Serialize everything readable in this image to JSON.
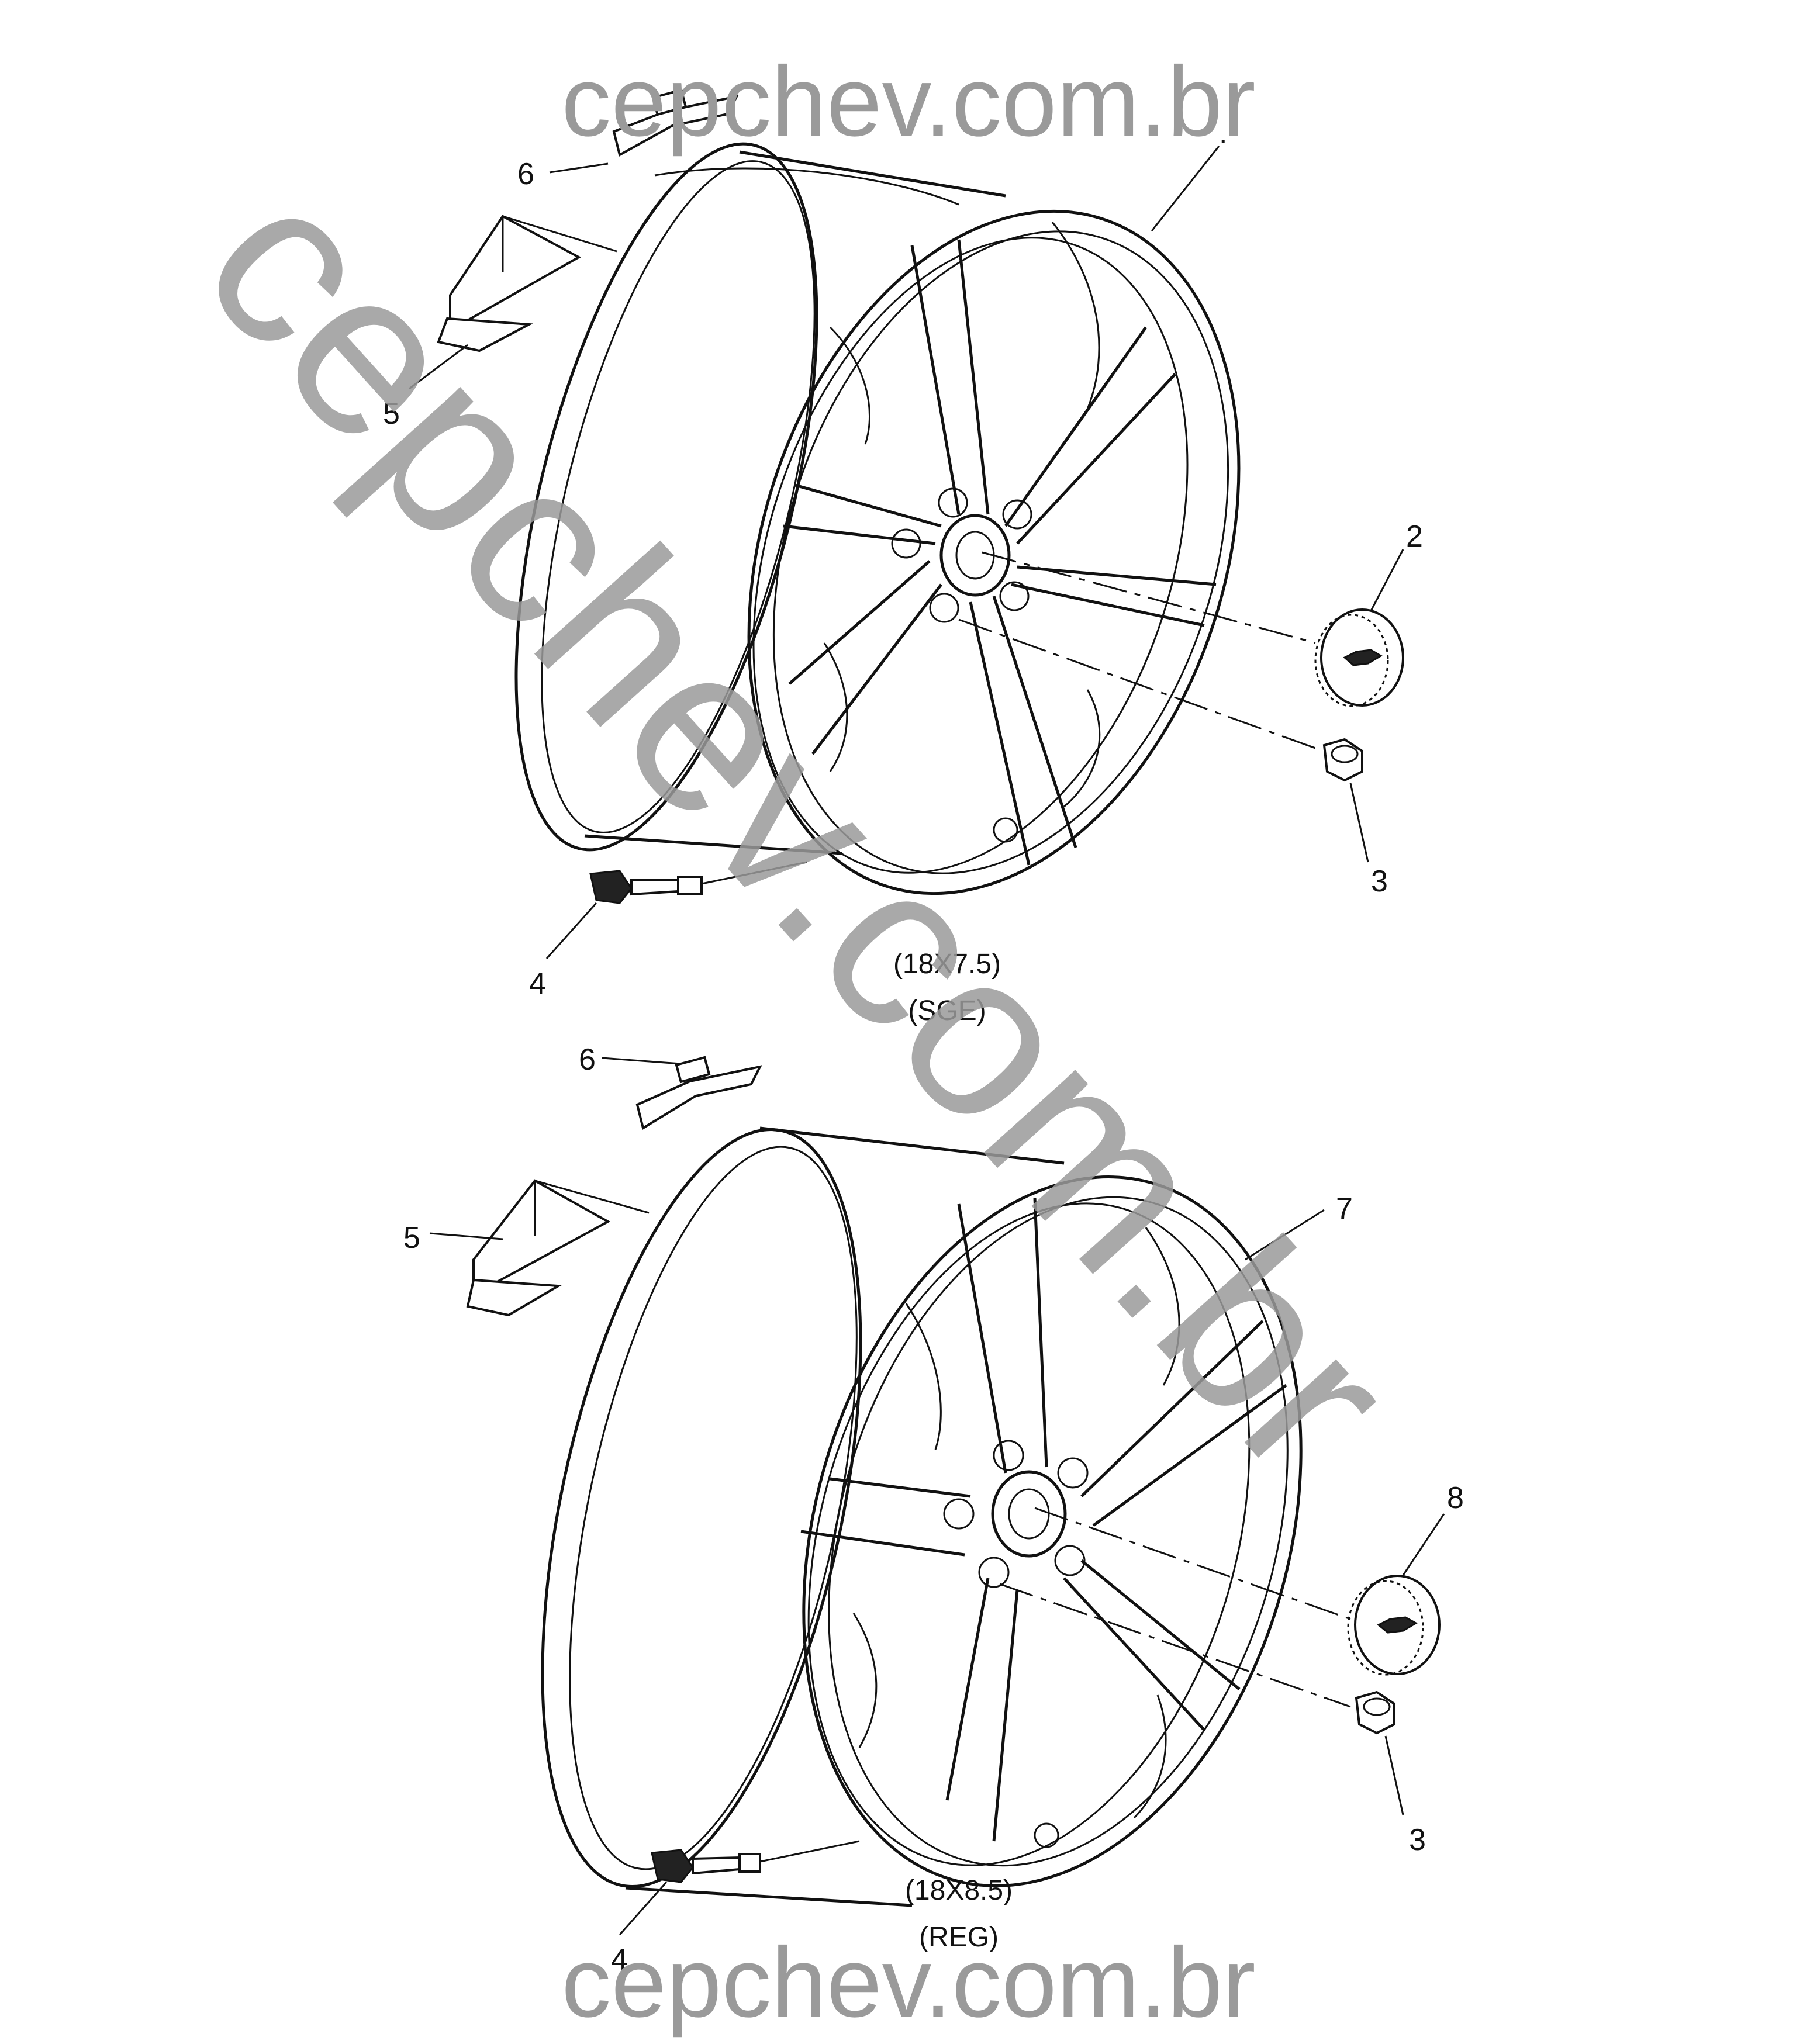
{
  "watermark": {
    "top": "cepchev.com.br",
    "bottom": "cepchev.com.br",
    "diagonal": "cepchev.com.br"
  },
  "diagram_top": {
    "callouts": {
      "c1": ".",
      "c2": "2",
      "c3": "3",
      "c4": "4",
      "c5": "5",
      "c6": "6"
    },
    "caption_size": "(18X7.5)",
    "caption_type": "(SGE)"
  },
  "diagram_bottom": {
    "callouts": {
      "c3": "3",
      "c4": "4",
      "c5": "5",
      "c6": "6",
      "c7": "7",
      "c8": "8"
    },
    "caption_size": "(18X8.5)",
    "caption_type": "(REG)"
  }
}
